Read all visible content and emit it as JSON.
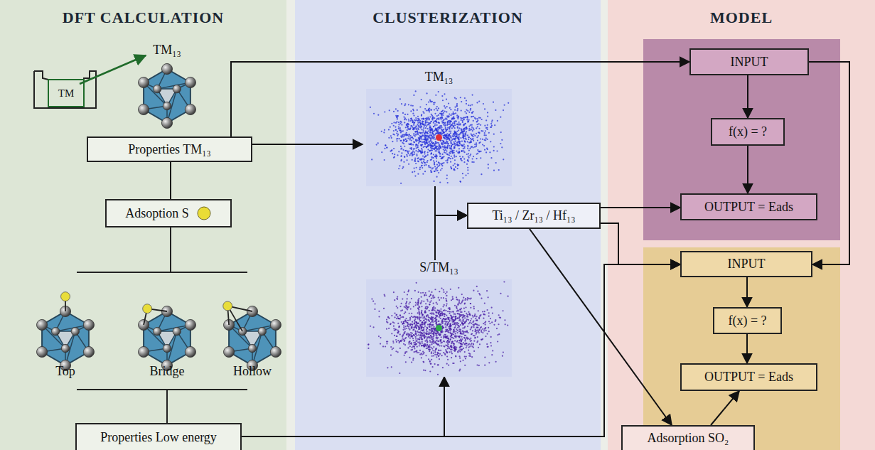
{
  "diagram": {
    "nodes": [
      {
        "text": [
          "DFT CALCULATION"
        ]
      },
      {
        "text": [
          "Properties TM₁₃"
        ],
        "in": 0
      },
      {
        "text": [
          "Adsoption S"
        ],
        "in": 0
      },
      {
        "text": [
          "Properties Low energy"
        ],
        "in": 0
      },
      {
        "text": [
          "CLUSTERIZATION"
        ]
      },
      {
        "text": [
          "TM₁₃"
        ],
        "in": 4
      },
      {
        "text": [
          "Ti₁₃ / Zr₁₃ / Hf₁₃"
        ],
        "in": 4
      },
      {
        "text": [
          "S/TM₁₃"
        ],
        "in": 4
      },
      {
        "text": [
          "MODEL"
        ]
      },
      {
        "text": [
          "INPUT"
        ],
        "in": 8
      },
      {
        "text": [
          "f(x) = ?"
        ],
        "in": 8
      },
      {
        "text": [
          "OUTPUT = Eads"
        ],
        "in": 8
      },
      {
        "text": [
          "INPUT"
        ],
        "in": 8
      },
      {
        "text": [
          "f(x) = ?"
        ],
        "in": 8
      },
      {
        "text": [
          "OUTPUT = Eads"
        ],
        "in": 8
      },
      {
        "text": [
          "Adsorption SO₂"
        ],
        "in": 8
      }
    ],
    "edges": [
      {
        "from": 1,
        "to": 5,
        "arrow": "to"
      },
      {
        "from": 1,
        "to": 9,
        "arrow": "to"
      },
      {
        "from": 1,
        "to": 2,
        "arrow": "none"
      },
      {
        "from": 3,
        "to": 7,
        "arrow": "to"
      },
      {
        "from": 3,
        "to": 12,
        "arrow": "to"
      },
      {
        "from": 5,
        "to": 6,
        "arrow": "to"
      },
      {
        "from": 7,
        "to": 6,
        "arrow": "to"
      },
      {
        "from": 6,
        "to": 11,
        "arrow": "to"
      },
      {
        "from": 6,
        "to": 12,
        "arrow": "to"
      },
      {
        "from": 6,
        "to": 15,
        "arrow": "to"
      },
      {
        "from": 9,
        "to": 10,
        "arrow": "to"
      },
      {
        "from": 10,
        "to": 11,
        "arrow": "to"
      },
      {
        "from": 9,
        "to": 12,
        "arrow": "to"
      },
      {
        "from": 12,
        "to": 13,
        "arrow": "to"
      },
      {
        "from": 13,
        "to": 14,
        "arrow": "to"
      },
      {
        "from": 15,
        "to": 14,
        "arrow": "to"
      }
    ],
    "labels": [
      "TM",
      "TM₁₃",
      "Top",
      "Bridge",
      "Hollow"
    ]
  }
}
